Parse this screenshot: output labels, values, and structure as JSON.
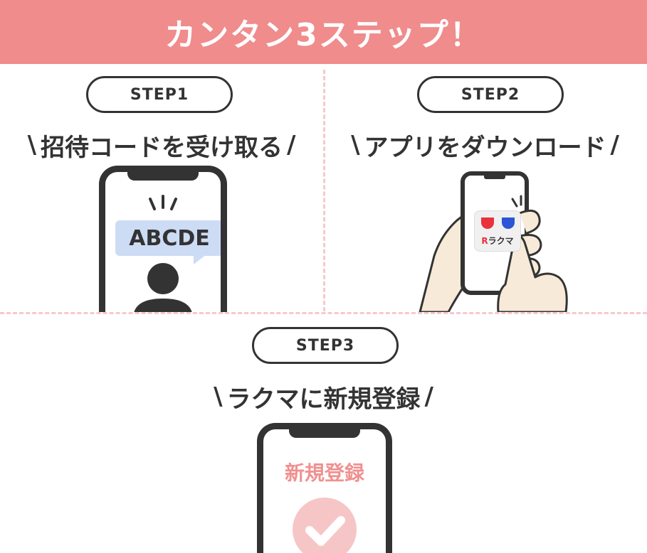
{
  "header": {
    "title": "カンタン3ステップ！"
  },
  "steps": [
    {
      "badge": "STEP1",
      "title": "招待コードを受け取る",
      "code": "ABCDE"
    },
    {
      "badge": "STEP2",
      "title": "アプリをダウンロード",
      "app_label": "ラクマ",
      "app_letter": "R"
    },
    {
      "badge": "STEP3",
      "title": "ラクマに新規登録",
      "screen_label": "新規登録"
    }
  ],
  "decor": {
    "slash_left": "\\",
    "slash_right": "/"
  },
  "colors": {
    "header_bg": "#f08c8c",
    "accent_pink": "#f09090",
    "bubble_blue": "#cddcf5",
    "dark": "#333333",
    "skin": "#f7ead8"
  },
  "icons": [
    "sparkle-icon",
    "person-icon",
    "hand-icon",
    "check-icon"
  ]
}
